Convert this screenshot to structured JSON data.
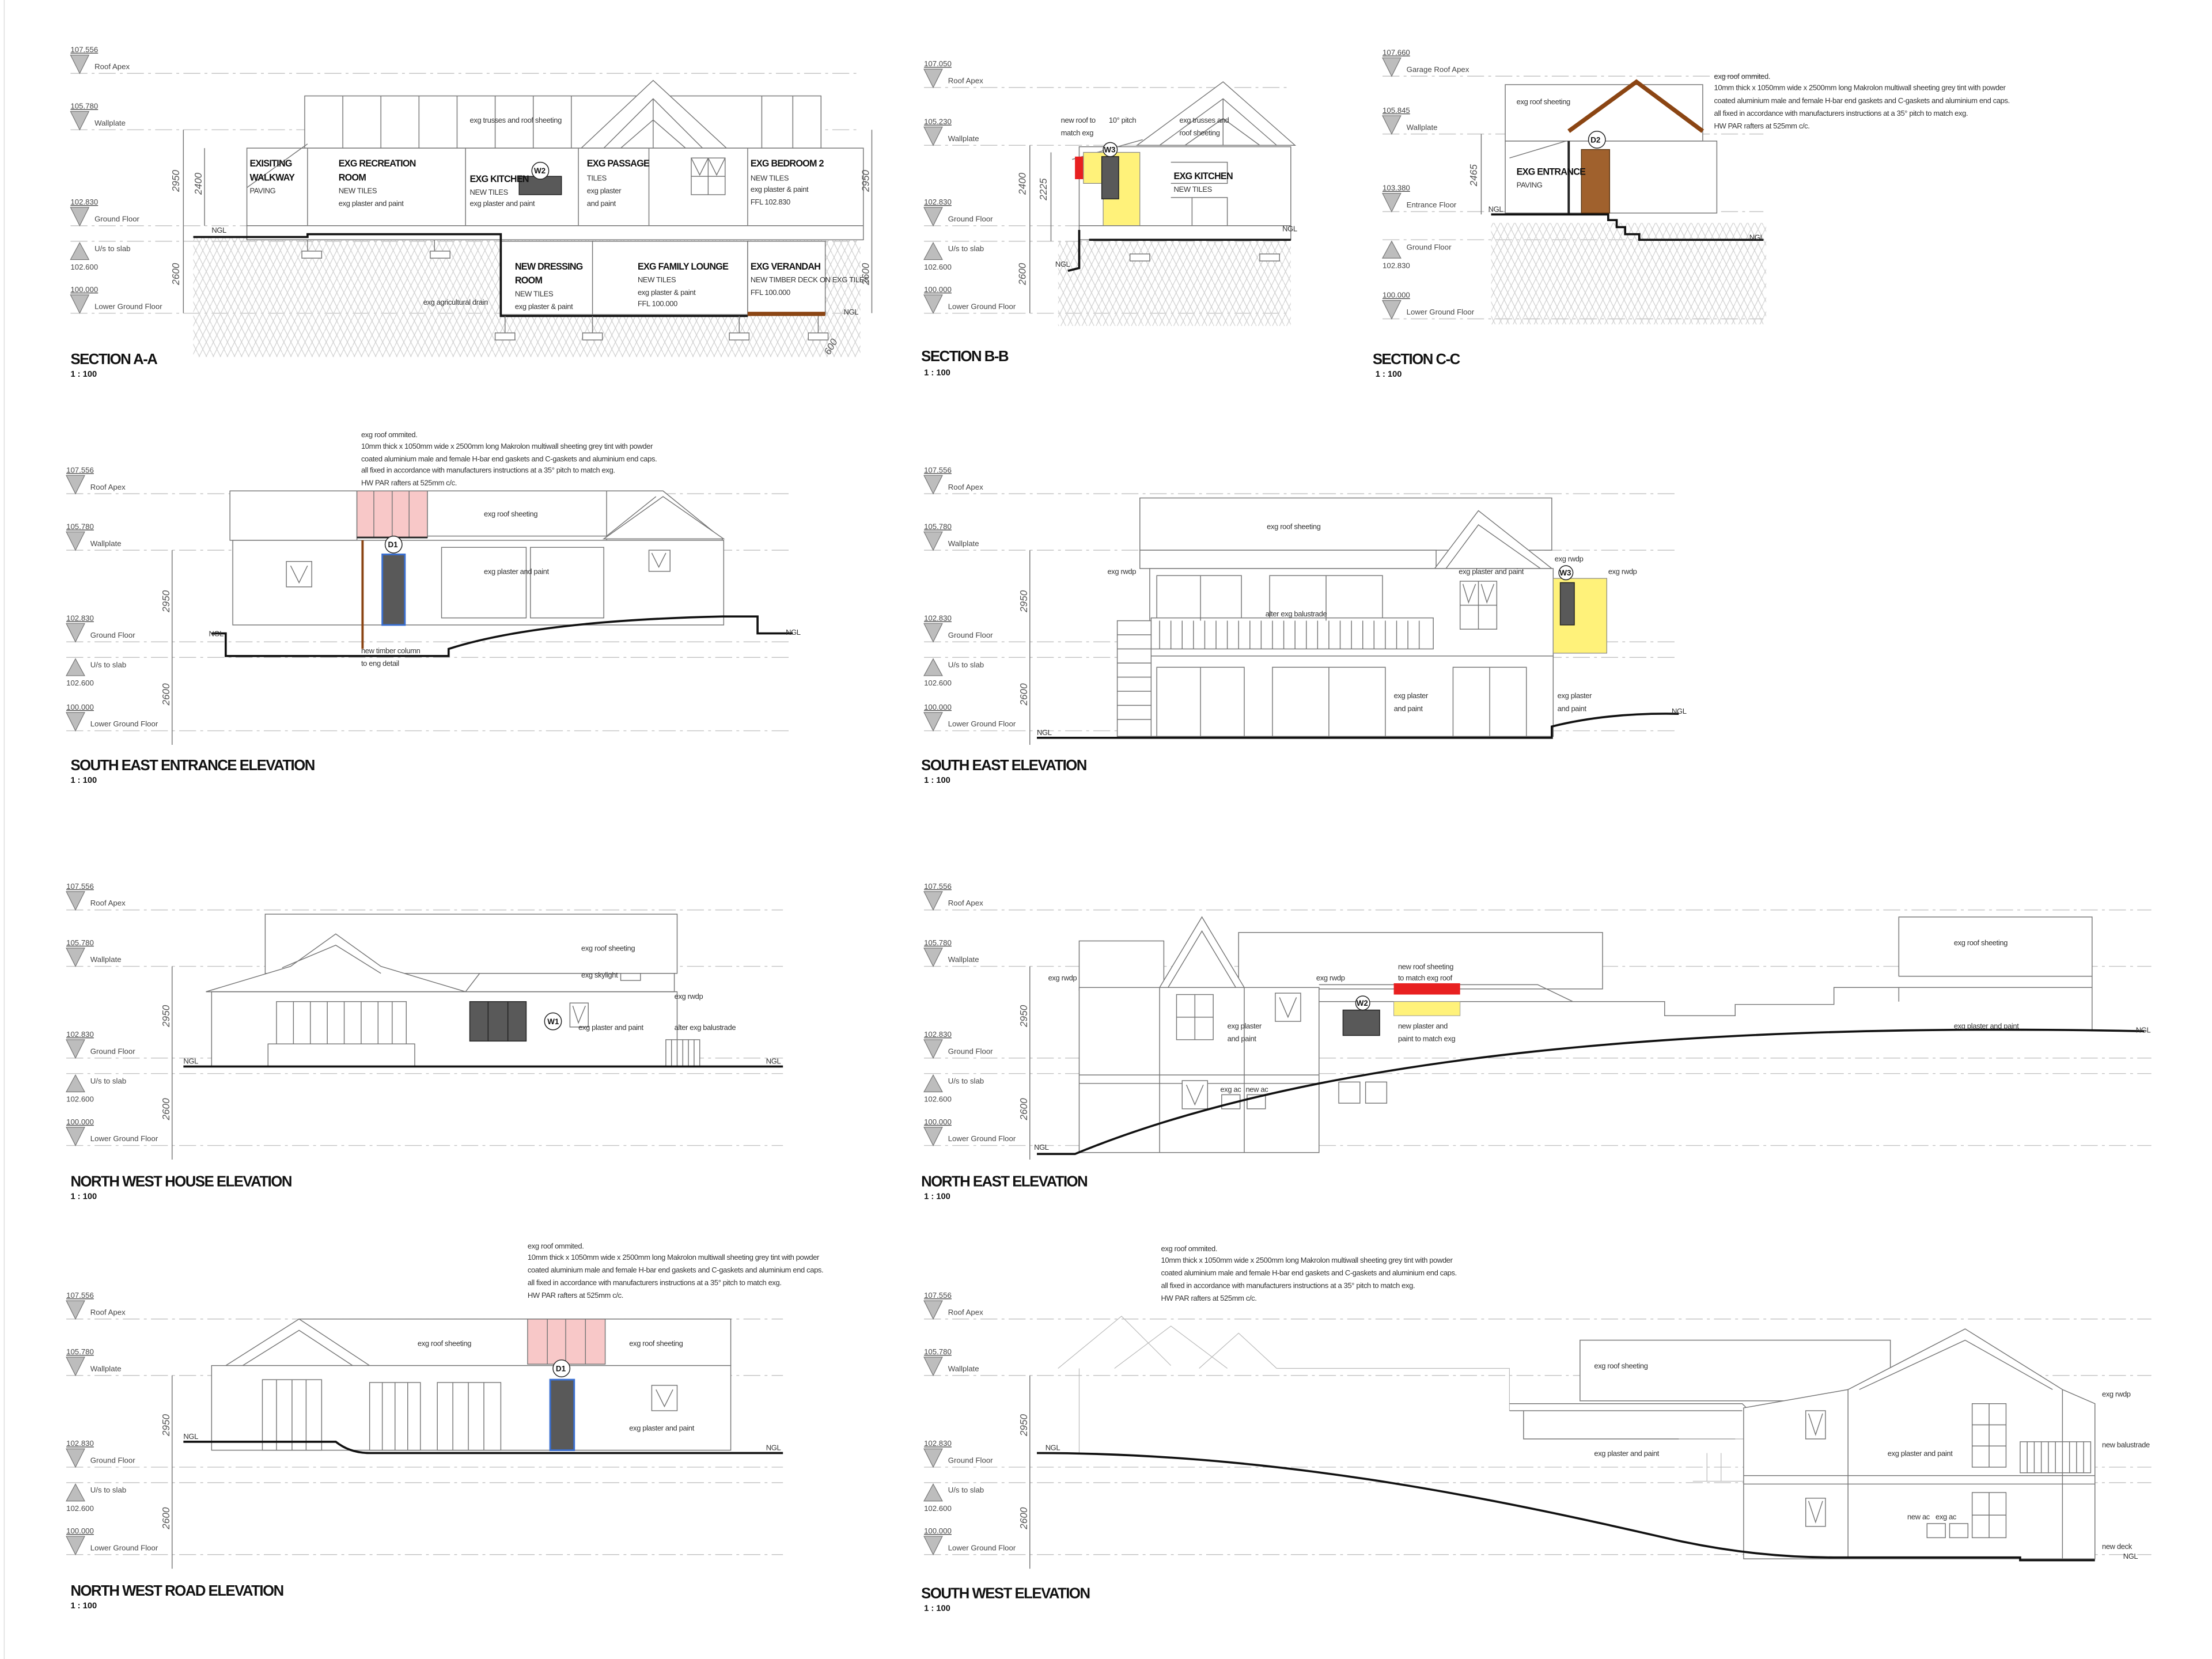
{
  "colors": {
    "makrolon": "#f8c8c8",
    "new_plaster": "#fff27a",
    "new_roof": "#e82020",
    "timber": "#8b4513",
    "door": "#a0612d",
    "glazing": "#595959",
    "door_frame": "#3a6fd0"
  },
  "makrolon_note": [
    "exg roof ommited.",
    "10mm thick x 1050mm wide x 2500mm long Makrolon multiwall sheeting grey tint with powder",
    "coated aluminium male and female H-bar end gaskets and C-gaskets and aluminium end caps.",
    "all fixed in accordance with manufacturers instructions at a 35° pitch to match exg.",
    "HW PAR rafters at 525mm c/c."
  ],
  "elevation_levels": [
    {
      "value": "107.556",
      "label": "Roof Apex"
    },
    {
      "value": "105.780",
      "label": "Wallplate"
    },
    {
      "value": "102.830",
      "label": "Ground Floor"
    },
    {
      "value": "102.600",
      "label": "U/s to slab"
    },
    {
      "value": "100.000",
      "label": "Lower Ground Floor"
    }
  ],
  "section_aa": {
    "title": "SECTION A-A",
    "scale": "1 : 100",
    "levels": [
      {
        "value": "107.556",
        "label": "Roof Apex"
      },
      {
        "value": "105.780",
        "label": "Wallplate"
      },
      {
        "value": "102.830",
        "label": "Ground Floor"
      },
      {
        "value": "102.600",
        "label": "U/s to slab"
      },
      {
        "value": "100.000",
        "label": "Lower Ground Floor"
      }
    ],
    "roof_note": "exg trusses and roof sheeting",
    "rooms": [
      {
        "lines": [
          "EXISITING",
          "WALKWAY"
        ],
        "notes": [
          "PAVING"
        ]
      },
      {
        "lines": [
          "EXG RECREATION",
          "ROOM"
        ],
        "notes": [
          "NEW TILES",
          "exg plaster and paint"
        ]
      },
      {
        "lines": [
          "EXG KITCHEN"
        ],
        "notes": [
          "NEW TILES",
          "exg plaster and paint"
        ]
      },
      {
        "lines": [
          "EXG PASSAGE"
        ],
        "notes": [
          "TILES",
          "exg plaster",
          "and paint"
        ]
      },
      {
        "lines": [
          "EXG BEDROOM 2"
        ],
        "notes": [
          "NEW TILES",
          "exg plaster & paint",
          "FFL 102.830"
        ]
      },
      {
        "lines": [
          "NEW DRESSING",
          "ROOM"
        ],
        "notes": [
          "NEW TILES",
          "exg plaster & paint"
        ]
      },
      {
        "lines": [
          "EXG FAMILY LOUNGE"
        ],
        "notes": [
          "NEW TILES",
          "exg plaster & paint",
          "FFL 100.000"
        ]
      },
      {
        "lines": [
          "EXG VERANDAH"
        ],
        "notes": [
          "NEW TIMBER DECK ON EXG TILES",
          "FFL 100.000"
        ]
      }
    ],
    "window_tag": "W2",
    "drain_note": "exg agricultural drain",
    "ngl": "NGL",
    "dims": [
      "2950",
      "2400",
      "2600",
      "2950",
      "2600",
      "600"
    ]
  },
  "section_bb": {
    "title": "SECTION B-B",
    "scale": "1 : 100",
    "levels": [
      {
        "value": "107.050",
        "label": "Roof Apex"
      },
      {
        "value": "105.230",
        "label": "Wallplate"
      },
      {
        "value": "102.830",
        "label": "Ground Floor"
      },
      {
        "value": "102.600",
        "label": "U/s to slab"
      },
      {
        "value": "100.000",
        "label": "Lower Ground Floor"
      }
    ],
    "new_roof_note": [
      "new roof to",
      "match exg"
    ],
    "pitch_note": "10° pitch",
    "truss_note": [
      "exg trusses and",
      "roof sheeting"
    ],
    "room": "EXG KITCHEN",
    "room_note": "NEW TILES",
    "window_tag": "W3",
    "ngl": "NGL",
    "dims": [
      "2400",
      "2225",
      "2600"
    ]
  },
  "section_cc": {
    "title": "SECTION C-C",
    "scale": "1 : 100",
    "levels": [
      {
        "value": "107.660",
        "label": "Garage Roof Apex"
      },
      {
        "value": "105.845",
        "label": "Wallplate"
      },
      {
        "value": "103.380",
        "label": "Entrance Floor"
      },
      {
        "value": "102.830",
        "label": "Ground Floor"
      },
      {
        "value": "100.000",
        "label": "Lower Ground Floor"
      }
    ],
    "roof_note": "exg roof sheeting",
    "room": "EXG ENTRANCE",
    "room_note": "PAVING",
    "door_tag": "D2",
    "ngl": "NGL",
    "dims": [
      "2465"
    ]
  },
  "south_east_entrance": {
    "title": "SOUTH EAST ENTRANCE ELEVATION",
    "scale": "1 : 100",
    "roof_note": "exg roof sheeting",
    "wall_note": "exg plaster and paint",
    "column_note": [
      "new timber column",
      "to eng detail"
    ],
    "door_tag": "D1",
    "ngl": "NGL",
    "dims": [
      "2950",
      "2600"
    ]
  },
  "south_east": {
    "title": "SOUTH EAST ELEVATION",
    "scale": "1 : 100",
    "roof_note": "exg roof sheeting",
    "rwdp": "exg rwdp",
    "wall_note": "exg plaster and paint",
    "balustrade_note": "alter exg balustrade",
    "lower_note": [
      "exg plaster",
      "and paint"
    ],
    "window_tag": "W3",
    "ngl": "NGL",
    "dims": [
      "2950",
      "2600"
    ]
  },
  "north_west_house": {
    "title": "NORTH WEST HOUSE ELEVATION",
    "scale": "1 : 100",
    "roof_note": "exg roof sheeting",
    "skylight_note": "exg skylight",
    "rwdp": "exg rwdp",
    "wall_note": "exg plaster and paint",
    "balustrade_note": "alter exg balustrade",
    "window_tag": "W1",
    "ngl": "NGL",
    "dims": [
      "2950",
      "2600"
    ]
  },
  "north_east": {
    "title": "NORTH EAST ELEVATION",
    "scale": "1 : 100",
    "rwdp": "exg rwdp",
    "new_roof_note": [
      "new roof sheeting",
      "to match exg roof"
    ],
    "wall_note": [
      "exg plaster",
      "and paint"
    ],
    "new_plaster_note": [
      "new plaster and",
      "paint to match exg"
    ],
    "ac_existing": "exg ac",
    "ac_new": "new ac",
    "garage_roof_note": "exg roof sheeting",
    "garage_wall_note": "exg plaster and paint",
    "window_tag": "W2",
    "ngl": "NGL",
    "dims": [
      "2950",
      "2600"
    ]
  },
  "north_west_road": {
    "title": "NORTH WEST ROAD ELEVATION",
    "scale": "1 : 100",
    "roof_note": "exg roof sheeting",
    "wall_note": "exg plaster and paint",
    "door_tag": "D1",
    "ngl": "NGL",
    "dims": [
      "2950",
      "2600"
    ]
  },
  "south_west": {
    "title": "SOUTH WEST ELEVATION",
    "scale": "1 : 100",
    "roof_note": "exg roof sheeting",
    "wall_note": "exg plaster and paint",
    "rwdp": "exg rwdp",
    "balustrade_note": "new balustrade",
    "ac_new": "new ac",
    "ac_existing": "exg ac",
    "deck_note": "new deck",
    "ngl": "NGL",
    "dims": [
      "2950",
      "2600"
    ]
  }
}
